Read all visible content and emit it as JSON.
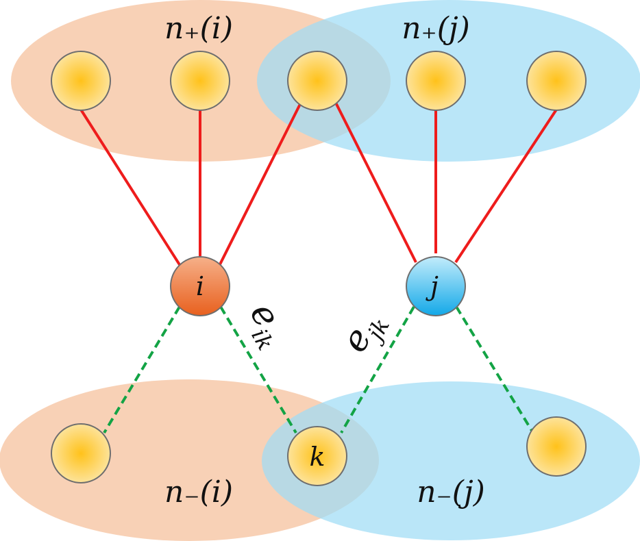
{
  "colors": {
    "group_i": "#f7c9a9",
    "group_j": "#9fdcf5",
    "positive_edge": "#ee1c1c",
    "negative_edge": "#13a345",
    "node_fill_center": "#ffc21a",
    "node_fill_edge": "#fde39a",
    "node_i_top": "#f6b089",
    "node_i_bottom": "#e8601e",
    "node_j_top": "#c2ecfb",
    "node_j_bottom": "#12a8e8"
  },
  "labels": {
    "pos_i": "n₊(i)",
    "pos_j": "n₊(j)",
    "neg_i": "n₋(i)",
    "neg_j": "n₋(j)",
    "node_i": "i",
    "node_j": "j",
    "node_k": "k",
    "edge_ik": "e",
    "edge_ik_sub": "ik",
    "edge_jk": "e",
    "edge_jk_sub": "jk"
  },
  "edges": {
    "positive": [
      [
        "top1",
        "i"
      ],
      [
        "top2",
        "i"
      ],
      [
        "top3",
        "i"
      ],
      [
        "top3",
        "j"
      ],
      [
        "top4",
        "j"
      ],
      [
        "top5",
        "j"
      ]
    ],
    "negative": [
      [
        "i",
        "bot1"
      ],
      [
        "i",
        "k"
      ],
      [
        "j",
        "k"
      ],
      [
        "j",
        "bot3"
      ]
    ]
  }
}
